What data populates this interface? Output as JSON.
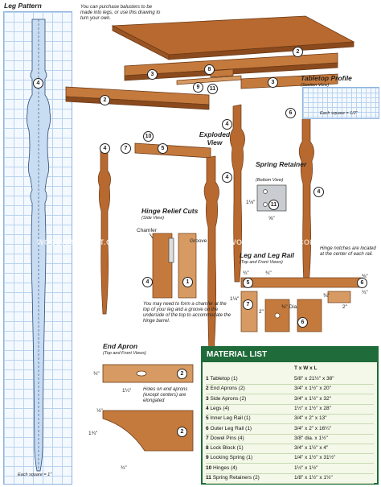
{
  "colors": {
    "wood": "#b8692f",
    "wood_dark": "#8a4a1e",
    "wood_light": "#d79a62",
    "grid": "#b9d3ee",
    "material_header": "#1f6b3a"
  },
  "leg_pattern": {
    "title": "Leg Pattern",
    "scale_note": "Each square = 1\""
  },
  "intro_note": "You can purchase balusters to be made into legs, or use this drawing to turn your own.",
  "exploded_view": {
    "title": "Exploded View"
  },
  "tabletop_profile": {
    "title": "Tabletop Profile",
    "subtitle": "(Section View)",
    "scale_note": "Each square = 1/2\""
  },
  "spring_retainer": {
    "title": "Spring Retainer",
    "subtitle": "(Bottom View)",
    "dim_height": "1⅛\"",
    "dim_width": "⅝\""
  },
  "hinge_relief": {
    "title": "Hinge Relief Cuts",
    "subtitle": "(Side View)",
    "label_chamfer": "Chamfer",
    "label_groove": "Groove",
    "note": "You may need to form a chamfer at the top of your leg and a groove on the underside of the top to accommodate the hinge barrel."
  },
  "leg_and_rail": {
    "title": "Leg and Leg Rail",
    "subtitle": "(Top and Front Views)",
    "hinge_note": "Hinge notches are located at the center of each rail.",
    "dims": [
      "¾\"",
      "¾\"",
      "1⅛\"",
      "2\"",
      "⅜\" Dia.",
      "⅜\"",
      "2\"",
      "¾\"",
      "⅜\""
    ]
  },
  "end_apron": {
    "title": "End Apron",
    "subtitle": "(Top and Front Views)",
    "note": "Holes on end aprons (except centers) are elongated",
    "dims": [
      "¾\"",
      "1¼\"",
      "⅛\"",
      "1¾\"",
      "¾\""
    ]
  },
  "callouts": [
    "1",
    "2",
    "3",
    "4",
    "5",
    "6",
    "7",
    "8",
    "9",
    "10",
    "11"
  ],
  "watermark": "WOODARCHIVIST.COM",
  "material_list": {
    "title": "MATERIAL LIST",
    "columns": "T x W x L",
    "rows": [
      {
        "num": "1",
        "name": "Tabletop (1)",
        "dims": "5/8\" x 21½\" x 38\""
      },
      {
        "num": "2",
        "name": "End Aprons (2)",
        "dims": "3/4\" x 1½\" x 20\""
      },
      {
        "num": "3",
        "name": "Side Aprons (2)",
        "dims": "3/4\" x 1½\" x 32\""
      },
      {
        "num": "4",
        "name": "Legs (4)",
        "dims": "1½\" x 1½\" x 28\""
      },
      {
        "num": "5",
        "name": "Inner Leg Rail (1)",
        "dims": "3/4\" x 2\" x 13\""
      },
      {
        "num": "6",
        "name": "Outer Leg Rail (1)",
        "dims": "3/4\" x 2\" x 16¼\""
      },
      {
        "num": "7",
        "name": "Dowel Pins (4)",
        "dims": "3/8\" dia. x 1½\""
      },
      {
        "num": "8",
        "name": "Lock Block (1)",
        "dims": "3/4\" x 1½\" x 4\""
      },
      {
        "num": "9",
        "name": "Locking Spring (1)",
        "dims": "1/4\" x 1½\" x 31½\""
      },
      {
        "num": "10",
        "name": "Hinges (4)",
        "dims": "1½\" x 1½\""
      },
      {
        "num": "11",
        "name": "Spring Retainers (2)",
        "dims": "1/8\" x 1½\" x 1½\""
      }
    ]
  }
}
